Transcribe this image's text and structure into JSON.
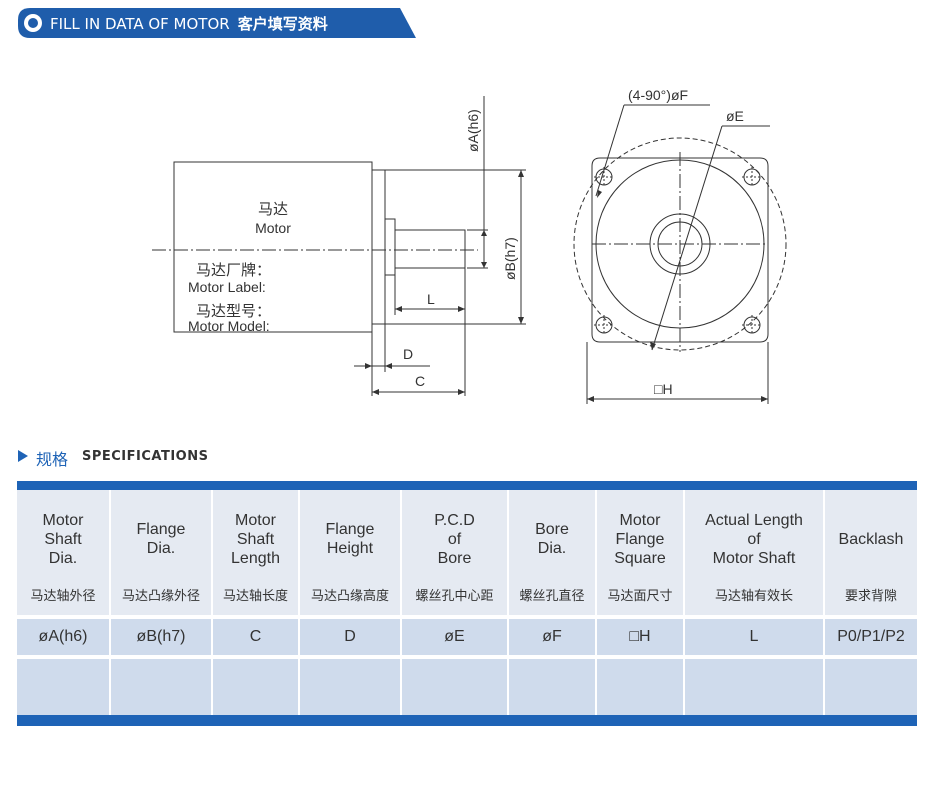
{
  "header": {
    "title_en": "FILL IN DATA OF MOTOR",
    "title_cn": "客户填写资料"
  },
  "drawing": {
    "motor_cn": "马达",
    "motor_en": "Motor",
    "label_cn": "马达厂牌：",
    "label_en": "Motor Label:",
    "model_cn": "马达型号：",
    "model_en": "Motor Model:",
    "dim_a": "øA(h6)",
    "dim_b": "øB(h7)",
    "dim_l": "L",
    "dim_d": "D",
    "dim_c": "C",
    "dim_f": "(4-90°)øF",
    "dim_e": "øE",
    "dim_h": "□H"
  },
  "specs": {
    "title_cn": "规格",
    "title_en": "SPECIFICATIONS",
    "columns": [
      {
        "en": [
          "Motor",
          "Shaft",
          "Dia."
        ],
        "cn": "马达轴外径",
        "symbol": "øA(h6)"
      },
      {
        "en": [
          "Flange",
          "Dia."
        ],
        "cn": "马达凸缘外径",
        "symbol": "øB(h7)"
      },
      {
        "en": [
          "Motor",
          "Shaft",
          "Length"
        ],
        "cn": "马达轴长度",
        "symbol": "C"
      },
      {
        "en": [
          "Flange",
          "Height"
        ],
        "cn": "马达凸缘高度",
        "symbol": "D"
      },
      {
        "en": [
          "P.C.D",
          "of",
          "Bore"
        ],
        "cn": "螺丝孔中心距",
        "symbol": "øE"
      },
      {
        "en": [
          "Bore",
          "Dia."
        ],
        "cn": "螺丝孔直径",
        "symbol": "øF"
      },
      {
        "en": [
          "Motor",
          "Flange",
          "Square"
        ],
        "cn": "马达面尺寸",
        "symbol": "□H"
      },
      {
        "en": [
          "Actual Length",
          "of",
          "Motor Shaft"
        ],
        "cn": "马达轴有效长",
        "symbol": "L"
      },
      {
        "en": [
          "Backlash"
        ],
        "cn": "要求背隙",
        "symbol": "P0/P1/P2"
      }
    ]
  },
  "colors": {
    "accent": "#1e63b6",
    "header_row": "#e5eaf2",
    "data_row": "#cfdbec"
  }
}
